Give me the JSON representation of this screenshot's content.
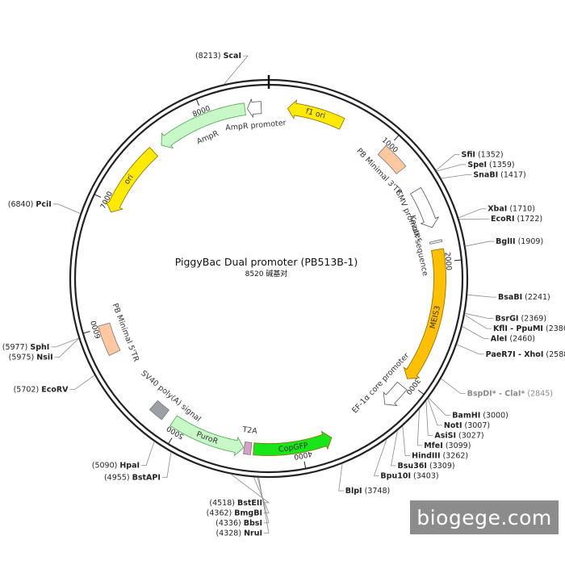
{
  "plasmid": {
    "name": "PiggyBac Dual promoter (PB513B-1)",
    "size_text": "8520 碱基对",
    "length": 8520
  },
  "colors": {
    "yellow": "#ffeb00",
    "green_light": "#c8f7c8",
    "green_bright": "#19e619",
    "peach": "#ffc8a0",
    "orange": "#ffc000",
    "white": "#ffffff",
    "grey_box": "#9aa0a6",
    "pink": "#d8a0c8"
  },
  "ticks": [
    {
      "pos": 1000,
      "label": "1000"
    },
    {
      "pos": 2000,
      "label": "2000"
    },
    {
      "pos": 3000,
      "label": "3000"
    },
    {
      "pos": 4000,
      "label": "4000"
    },
    {
      "pos": 5000,
      "label": "5000"
    },
    {
      "pos": 6000,
      "label": "6000"
    },
    {
      "pos": 7000,
      "label": "7000"
    },
    {
      "pos": 8000,
      "label": "8000"
    }
  ],
  "features": [
    {
      "id": "f1-ori",
      "label": "f1 ori",
      "start": 150,
      "end": 600,
      "dir": -1,
      "r": 212,
      "w": 15,
      "color": "yellow",
      "label_inside": true
    },
    {
      "id": "ampr-promoter",
      "label": "AmpR promoter",
      "start": 8350,
      "end": 8460,
      "dir": -1,
      "r": 212,
      "w": 15,
      "color": "white",
      "label_inside": false
    },
    {
      "id": "ampr",
      "label": "AmpR",
      "start": 7600,
      "end": 8330,
      "dir": -1,
      "r": 212,
      "w": 15,
      "color": "green_light",
      "label_inside": false
    },
    {
      "id": "ori",
      "label": "ori",
      "start": 6930,
      "end": 7520,
      "dir": -1,
      "r": 212,
      "w": 15,
      "color": "yellow",
      "label_inside": true
    },
    {
      "id": "pb-minimal-3tr",
      "label": "PB Minimal 3'TR",
      "start": 980,
      "end": 1200,
      "dir": 0,
      "r": 212,
      "w": 15,
      "color": "peach",
      "label_inside": false
    },
    {
      "id": "cmv-promoter",
      "label": "CMV promoter",
      "start": 1400,
      "end": 1720,
      "dir": 1,
      "r": 212,
      "w": 15,
      "color": "white",
      "label_inside": false
    },
    {
      "id": "kozak-sequence",
      "label": "Kozak sequence",
      "start": 1830,
      "end": 1845,
      "dir": 0,
      "r": 212,
      "w": 15,
      "color": "white",
      "label_inside": false
    },
    {
      "id": "meis3",
      "label": "MEIS3",
      "start": 1900,
      "end": 2980,
      "dir": 1,
      "r": 212,
      "w": 15,
      "color": "orange",
      "label_inside": true
    },
    {
      "id": "ef1a-core-promoter",
      "label": "EF-1α core promoter",
      "start": 3050,
      "end": 3250,
      "dir": 1,
      "r": 212,
      "w": 15,
      "color": "white",
      "label_inside": false
    },
    {
      "id": "copgfp",
      "label": "CopGFP",
      "start": 3750,
      "end": 4380,
      "dir": -1,
      "r": 212,
      "w": 15,
      "color": "green_bright",
      "label_inside": true
    },
    {
      "id": "t2a",
      "label": "T2A",
      "start": 4400,
      "end": 4455,
      "dir": 0,
      "r": 212,
      "w": 15,
      "color": "pink",
      "label_inside": false
    },
    {
      "id": "puror",
      "label": "PuroR",
      "start": 4460,
      "end": 5060,
      "dir": -1,
      "r": 212,
      "w": 15,
      "color": "green_light",
      "label_inside": true
    },
    {
      "id": "sv40-polya",
      "label": "SV40 poly(A) signal",
      "start": 5140,
      "end": 5260,
      "dir": 0,
      "r": 212,
      "w": 15,
      "color": "grey_box",
      "label_inside": false
    },
    {
      "id": "pb-minimal-5tr",
      "label": "PB Minimal 5'TR",
      "start": 5780,
      "end": 6020,
      "dir": 0,
      "r": 212,
      "w": 15,
      "color": "peach",
      "label_inside": false
    }
  ],
  "sites": [
    {
      "name": "ScaI",
      "num": "(8213)",
      "pos": 8213,
      "side": "left"
    },
    {
      "name": "SfiI",
      "num": "(1352)",
      "pos": 1352,
      "side": "right"
    },
    {
      "name": "SpeI",
      "num": "(1359)",
      "pos": 1359,
      "side": "right"
    },
    {
      "name": "SnaBI",
      "num": "(1417)",
      "pos": 1417,
      "side": "right"
    },
    {
      "name": "XbaI",
      "num": "(1710)",
      "pos": 1710,
      "side": "right"
    },
    {
      "name": "EcoRI",
      "num": "(1722)",
      "pos": 1722,
      "side": "right"
    },
    {
      "name": "BglII",
      "num": "(1909)",
      "pos": 1909,
      "side": "right"
    },
    {
      "name": "BsaBI",
      "num": "(2241)",
      "pos": 2241,
      "side": "right"
    },
    {
      "name": "BsrGI",
      "num": "(2369)",
      "pos": 2369,
      "side": "right"
    },
    {
      "name": "KflI - PpuMI",
      "num": "(2380)",
      "pos": 2380,
      "side": "right"
    },
    {
      "name": "AleI",
      "num": "(2460)",
      "pos": 2460,
      "side": "right"
    },
    {
      "name": "PaeR7I - XhoI",
      "num": "(2588)",
      "pos": 2588,
      "side": "right"
    },
    {
      "name": "BspDI* - ClaI*",
      "num": "(2845)",
      "pos": 2845,
      "side": "right",
      "grey": true
    },
    {
      "name": "BamHI",
      "num": "(3000)",
      "pos": 3000,
      "side": "right"
    },
    {
      "name": "NotI",
      "num": "(3007)",
      "pos": 3007,
      "side": "right"
    },
    {
      "name": "AsiSI",
      "num": "(3027)",
      "pos": 3027,
      "side": "right"
    },
    {
      "name": "MfeI",
      "num": "(3099)",
      "pos": 3099,
      "side": "right"
    },
    {
      "name": "HindIII",
      "num": "(3262)",
      "pos": 3262,
      "side": "right"
    },
    {
      "name": "Bsu36I",
      "num": "(3309)",
      "pos": 3309,
      "side": "right"
    },
    {
      "name": "Bpu10I",
      "num": "(3403)",
      "pos": 3403,
      "side": "right"
    },
    {
      "name": "BlpI",
      "num": "(3748)",
      "pos": 3748,
      "side": "left"
    },
    {
      "name": "NruI",
      "num": "(4328)",
      "pos": 4328,
      "side": "right"
    },
    {
      "name": "BbsI",
      "num": "(4336)",
      "pos": 4336,
      "side": "left"
    },
    {
      "name": "BmgBI",
      "num": "(4362)",
      "pos": 4362,
      "side": "left"
    },
    {
      "name": "BstEII",
      "num": "(4518)",
      "pos": 4518,
      "side": "left"
    },
    {
      "name": "BstAPI",
      "num": "(4955)",
      "pos": 4955,
      "side": "left"
    },
    {
      "name": "HpaI",
      "num": "(5090)",
      "pos": 5090,
      "side": "left"
    },
    {
      "name": "EcoRV",
      "num": "(5702)",
      "pos": 5702,
      "side": "left"
    },
    {
      "name": "NsiI",
      "num": "(5975)",
      "pos": 5975,
      "side": "left"
    },
    {
      "name": "SphI",
      "num": "(5977)",
      "pos": 5977,
      "side": "left"
    },
    {
      "name": "PciI",
      "num": "(6840)",
      "pos": 6840,
      "side": "left"
    }
  ],
  "watermark": "biogege.com"
}
